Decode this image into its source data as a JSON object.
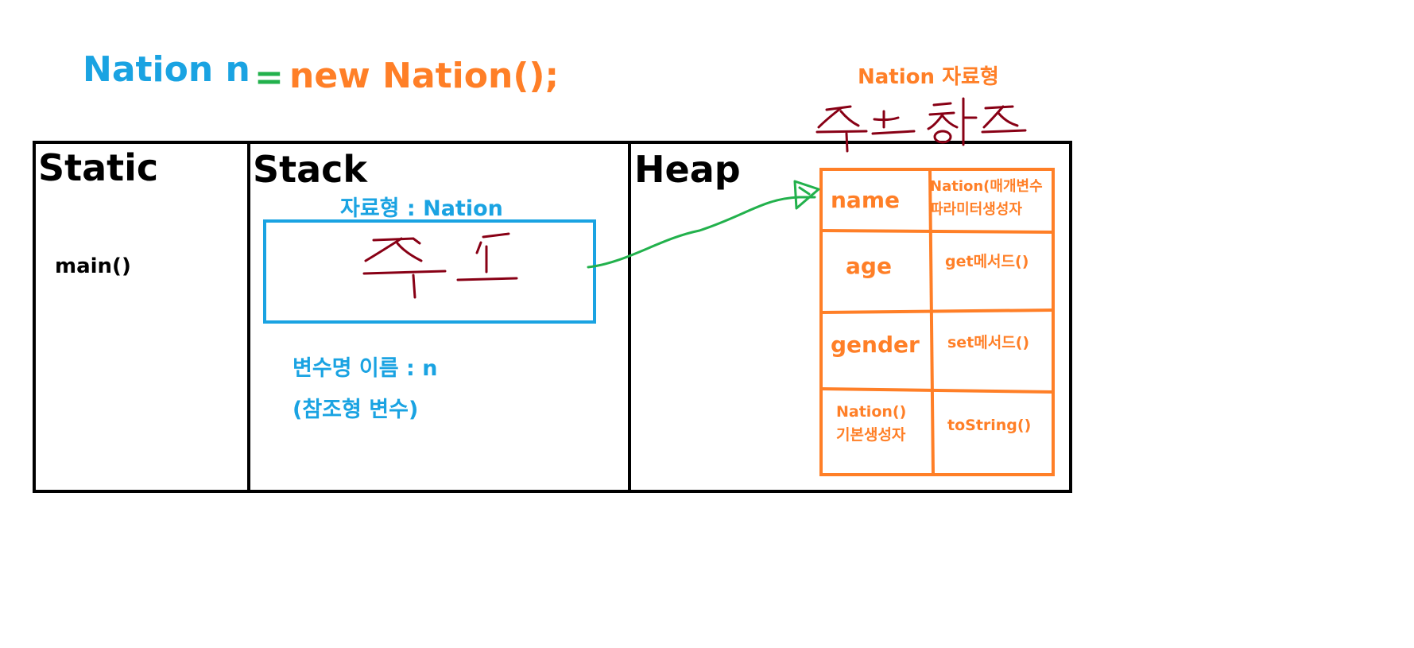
{
  "code_line": {
    "type_name": "Nation n",
    "equals": "=",
    "constructor_call": "new Nation();"
  },
  "sections": {
    "static": {
      "title": "Static",
      "method": "main()"
    },
    "stack": {
      "title": "Stack",
      "type_label": "자료형 : Nation",
      "handwriting": "주 소",
      "var_name_label": "변수명 이름 : n",
      "ref_type_label": "(참조형 변수)"
    },
    "heap": {
      "title": "Heap"
    }
  },
  "heap_object": {
    "type_caption": "Nation 자료형",
    "handwriting": "주소참조",
    "fields": [
      "name",
      "age",
      "gender"
    ],
    "default_constructor": [
      "Nation()",
      "기본생성자"
    ],
    "param_constructor": [
      "Nation(매개변수",
      "파라미터생성자"
    ],
    "methods": [
      "get메서드()",
      "set메서드()",
      "toString()"
    ]
  },
  "colors": {
    "blue": "#1aa3e2",
    "green": "#22b14c",
    "orange": "#ff7f27",
    "handwriting": "#880015",
    "border": "#000000"
  }
}
